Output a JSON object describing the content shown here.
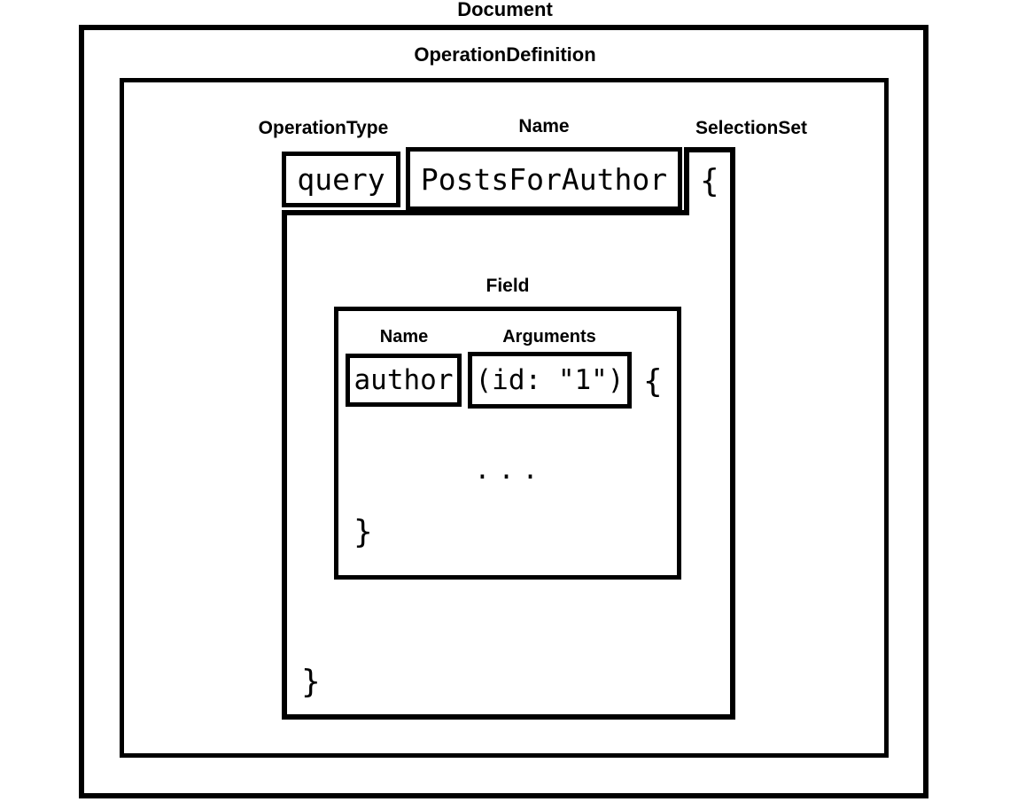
{
  "colors": {
    "line": "#000000",
    "background": "#ffffff"
  },
  "diagram": {
    "document": {
      "label": "Document"
    },
    "operation_definition": {
      "label": "OperationDefinition"
    },
    "operation_type": {
      "label": "OperationType",
      "value": "query"
    },
    "operation_name": {
      "label": "Name",
      "value": "PostsForAuthor"
    },
    "selection_set": {
      "label": "SelectionSet",
      "open_brace": "{",
      "close_brace": "}"
    },
    "field": {
      "label": "Field",
      "name": {
        "label": "Name",
        "value": "author"
      },
      "arguments": {
        "label": "Arguments",
        "value": "(id: \"1\")"
      },
      "open_brace": "{",
      "ellipsis": "...",
      "close_brace": "}"
    }
  }
}
